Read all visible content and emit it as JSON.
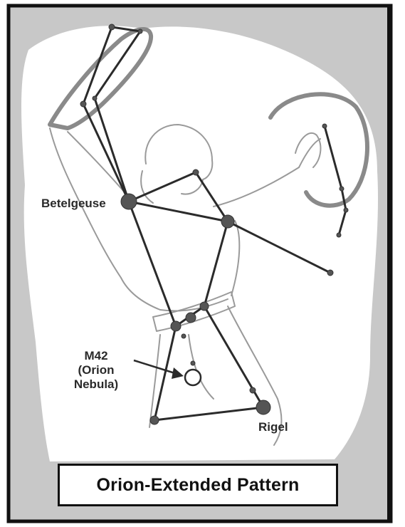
{
  "title": "Orion-Extended Pattern",
  "labels": {
    "betelgeuse": "Betelgeuse",
    "rigel": "Rigel",
    "m42_line1": "M42",
    "m42_line2": "(Orion",
    "m42_line3": "Nebula)"
  },
  "colors": {
    "background_gray": "#c8c8c8",
    "figure_white": "#ffffff",
    "star": "#555555",
    "line": "#2b2b2b",
    "frame": "#111111"
  }
}
